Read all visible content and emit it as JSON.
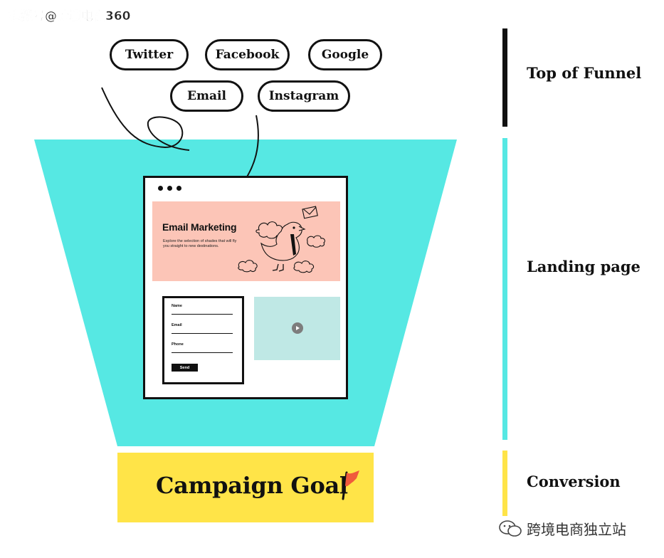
{
  "watermark_top": "搜狐号@跨境电商360",
  "channels": [
    "Twitter",
    "Facebook",
    "Google",
    "Email",
    "Instagram"
  ],
  "landing": {
    "hero_title": "Email Marketing",
    "hero_text": "Explore the selection of shades that will fly you straight to new destinations.",
    "form": {
      "fields": [
        "Name",
        "Email",
        "Phone"
      ],
      "submit_label": "Send"
    }
  },
  "goal_label": "Campaign Goal",
  "stages": [
    "Top of Funnel",
    "Landing page",
    "Conversion"
  ],
  "watermark_bottom": "跨境电商独立站",
  "colors": {
    "funnel": "#56e8e3",
    "hero": "#fcc5b7",
    "goal": "#ffe448",
    "flag": "#f05a3c",
    "top_bar": "#111111",
    "landing_bar": "#56e8e3",
    "conversion_bar": "#ffe448"
  }
}
